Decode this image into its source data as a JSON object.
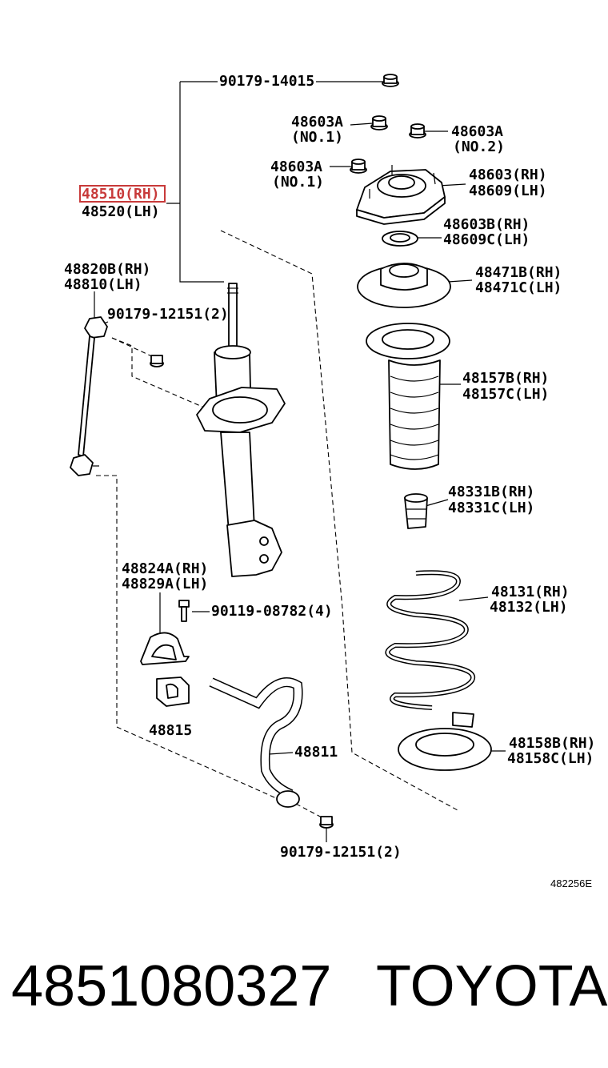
{
  "labels": {
    "nut_top": "90179-14015",
    "nut_no1_a": "48603A",
    "nut_no1_a_sub": "(NO.1)",
    "nut_no2": "48603A",
    "nut_no2_sub": "(NO.2)",
    "nut_no1_b": "48603A",
    "nut_no1_b_sub": "(NO.1)",
    "strut_rh": "48510(RH)",
    "strut_lh": "48520(LH)",
    "mount_rh": "48603(RH)",
    "mount_lh": "48609(LH)",
    "bearing_rh": "48603B(RH)",
    "bearing_lh": "48609C(LH)",
    "upper_seat_rh": "48471B(RH)",
    "upper_seat_lh": "48471C(LH)",
    "link_rh": "48820B(RH)",
    "link_lh": "48810(LH)",
    "nut_link": "90179-12151(2)",
    "boot_rh": "48157B(RH)",
    "boot_lh": "48157C(LH)",
    "bumper_rh": "48331B(RH)",
    "bumper_lh": "48331C(LH)",
    "bracket_rh": "48824A(RH)",
    "bracket_lh": "48829A(LH)",
    "bolt": "90119-08782(4)",
    "spring_rh": "48131(RH)",
    "spring_lh": "48132(LH)",
    "bushing": "48815",
    "stabilizer": "48811",
    "lower_seat_rh": "48158B(RH)",
    "lower_seat_lh": "48158C(LH)",
    "nut_bottom": "90179-12151(2)",
    "diagram_code": "482256E"
  },
  "caption": {
    "part_number": "4851080327",
    "brand": "TOYOTA"
  },
  "highlight_color": "#c83a3a"
}
